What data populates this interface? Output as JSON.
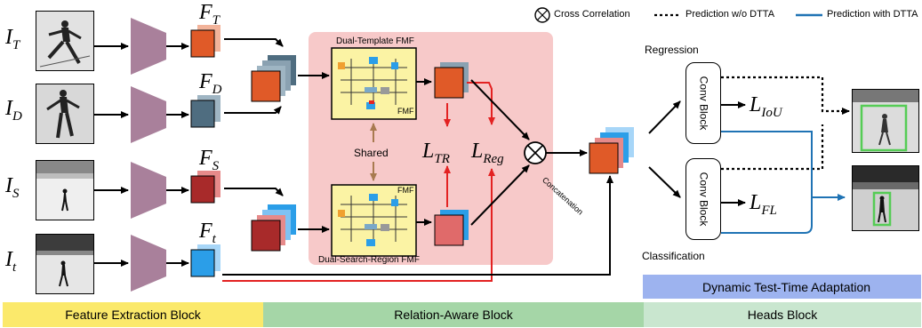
{
  "legend": {
    "cross_correlation": "Cross Correlation",
    "pred_without": "Prediction w/o DTTA",
    "pred_with": "Prediction with DTTA"
  },
  "inputs": [
    {
      "label": "I",
      "sub": "T"
    },
    {
      "label": "I",
      "sub": "D"
    },
    {
      "label": "I",
      "sub": "S"
    },
    {
      "label": "I",
      "sub": "t"
    }
  ],
  "features": [
    {
      "label": "F",
      "sub": "T",
      "color": "#e05a28"
    },
    {
      "label": "F",
      "sub": "D",
      "color": "#4f6d80"
    },
    {
      "label": "F",
      "sub": "S",
      "color": "#a82a2a"
    },
    {
      "label": "F",
      "sub": "t",
      "color": "#2b9ee8"
    }
  ],
  "relation": {
    "dual_template": "Dual-Template FMF",
    "dual_search": "Dual-Search-Region FMF",
    "fmf": "FMF",
    "shared": "Shared",
    "loss_tr": {
      "label": "L",
      "sub": "TR"
    },
    "loss_reg": {
      "label": "L",
      "sub": "Reg"
    },
    "concatenation": "Concatenation"
  },
  "heads": {
    "regression": "Regression",
    "classification": "Classification",
    "conv_block": "Conv Block",
    "loss_iou": {
      "label": "L",
      "sub": "IoU"
    },
    "loss_fl": {
      "label": "L",
      "sub": "FL"
    },
    "dtta": "Dynamic Test-Time Adaptation"
  },
  "bands": {
    "feature": "Feature Extraction Block",
    "relation": "Relation-Aware Block",
    "heads": "Heads Block"
  },
  "colors": {
    "encoder": "#a9809b",
    "red_arrow": "#e32222",
    "blue_arrow": "#1f73b4",
    "relation_bg": "#f7c9c9",
    "fmf_bg": "#fbf3a4",
    "band_feature": "#fbe96b",
    "band_relation": "#a5d6a7",
    "band_heads": "#c9e6cf",
    "dtta_band": "#9db3ef",
    "shared_arrow": "#a87a50",
    "detect_box": "#55cc55"
  }
}
